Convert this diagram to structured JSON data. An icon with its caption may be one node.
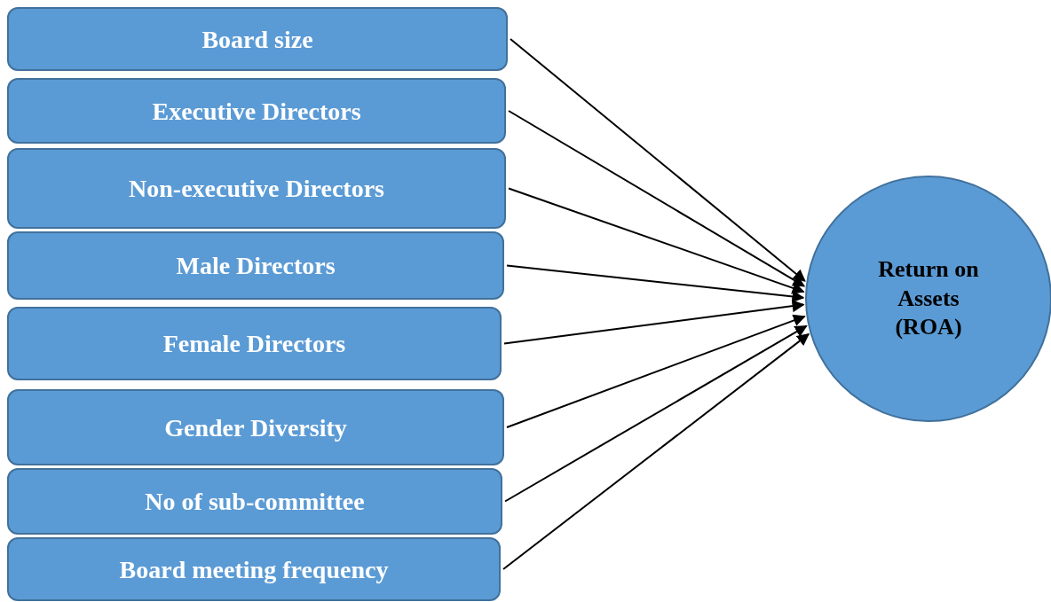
{
  "diagram": {
    "nodes": [
      {
        "text": [
          "Board size"
        ]
      },
      {
        "text": [
          "Executive Directors"
        ]
      },
      {
        "text": [
          "Non-executive Directors"
        ]
      },
      {
        "text": [
          "Male Directors"
        ]
      },
      {
        "text": [
          "Female Directors"
        ]
      },
      {
        "text": [
          "Gender Diversity"
        ]
      },
      {
        "text": [
          "No of sub-committee"
        ]
      },
      {
        "text": [
          "Board meeting frequency"
        ]
      },
      {
        "text": [
          "Return on Assets (ROA)"
        ]
      }
    ],
    "edges": [
      {
        "from": 0,
        "to": 8,
        "arrow": "to"
      },
      {
        "from": 1,
        "to": 8,
        "arrow": "to"
      },
      {
        "from": 2,
        "to": 8,
        "arrow": "to"
      },
      {
        "from": 3,
        "to": 8,
        "arrow": "to"
      },
      {
        "from": 4,
        "to": 8,
        "arrow": "to"
      },
      {
        "from": 5,
        "to": 8,
        "arrow": "to"
      },
      {
        "from": 6,
        "to": 8,
        "arrow": "to"
      },
      {
        "from": 7,
        "to": 8,
        "arrow": "to"
      }
    ]
  }
}
